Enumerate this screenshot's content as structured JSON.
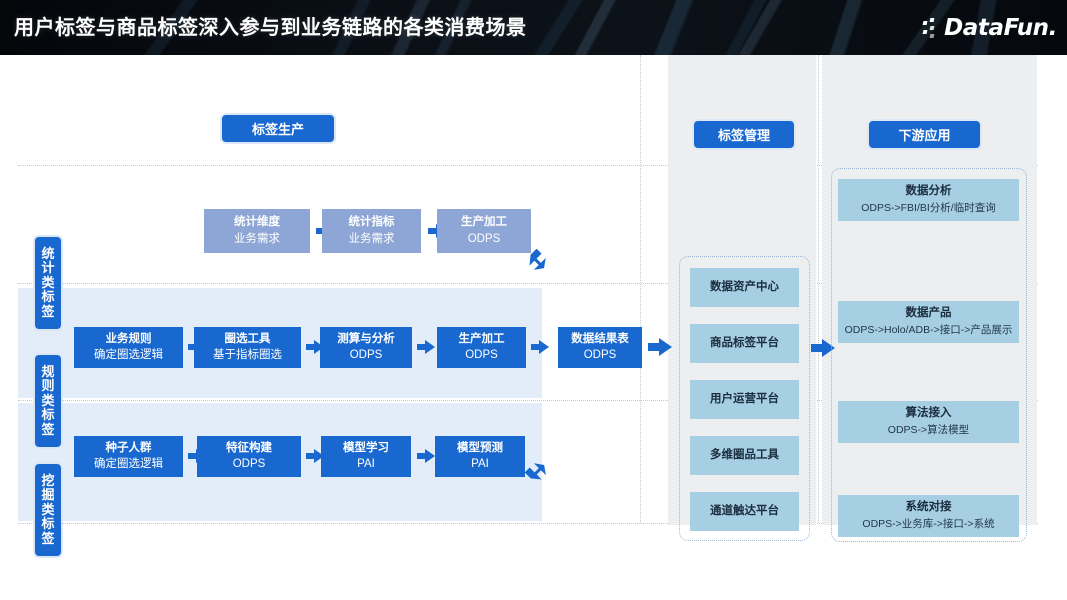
{
  "header": {
    "title": "用户标签与商品标签深入参与到业务链路的各类消费场景",
    "brand": "DataFun.",
    "colors": {
      "bar_bg": "#05070b",
      "title": "#ffffff"
    }
  },
  "theme": {
    "accent_blue": "#1868cf",
    "soft_blue": "#8ea6d6",
    "tile_blue": "#a6cfe3",
    "band_bg": "#e3edf9",
    "panel_gray": "#eceeef"
  },
  "sections": [
    {
      "id": "production",
      "label": "标签生产"
    },
    {
      "id": "management",
      "label": "标签管理"
    },
    {
      "id": "downstream",
      "label": "下游应用"
    }
  ],
  "categories": [
    {
      "id": "statistical",
      "label": "统计类标签"
    },
    {
      "id": "rule",
      "label": "规则类标签"
    },
    {
      "id": "mining",
      "label": "挖掘类标签"
    }
  ],
  "flows": {
    "statistical": [
      {
        "title": "统计维度",
        "subtitle": "业务需求",
        "style": "soft"
      },
      {
        "title": "统计指标",
        "subtitle": "业务需求",
        "style": "soft"
      },
      {
        "title": "生产加工",
        "subtitle": "ODPS",
        "style": "soft"
      }
    ],
    "rule": [
      {
        "title": "业务规则",
        "subtitle": "确定圈选逻辑",
        "style": "solid"
      },
      {
        "title": "圈选工具",
        "subtitle": "基于指标圈选",
        "style": "solid"
      },
      {
        "title": "测算与分析",
        "subtitle": "ODPS",
        "style": "solid"
      },
      {
        "title": "生产加工",
        "subtitle": "ODPS",
        "style": "solid"
      }
    ],
    "result": {
      "title": "数据结果表",
      "subtitle": "ODPS",
      "style": "solid"
    },
    "mining": [
      {
        "title": "种子人群",
        "subtitle": "确定圈选逻辑",
        "style": "solid"
      },
      {
        "title": "特征构建",
        "subtitle": "ODPS",
        "style": "solid"
      },
      {
        "title": "模型学习",
        "subtitle": "PAI",
        "style": "solid"
      },
      {
        "title": "模型预测",
        "subtitle": "PAI",
        "style": "solid"
      }
    ]
  },
  "management_items": [
    {
      "title": "数据资产中心"
    },
    {
      "title": "商品标签平台"
    },
    {
      "title": "用户运营平台"
    },
    {
      "title": "多维圈品工具"
    },
    {
      "title": "通道触达平台"
    }
  ],
  "downstream_items": [
    {
      "title": "数据分析",
      "subtitle": "ODPS->FBI/BI分析/临时查询"
    },
    {
      "title": "数据产品",
      "subtitle": "ODPS->Holo/ADB->接口->产品展示"
    },
    {
      "title": "算法接入",
      "subtitle": "ODPS->算法模型"
    },
    {
      "title": "系统对接",
      "subtitle": "ODPS->业务库->接口->系统"
    }
  ]
}
